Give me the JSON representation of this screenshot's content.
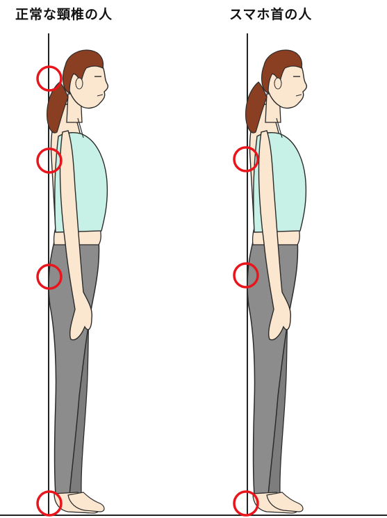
{
  "panels": [
    {
      "id": "normal",
      "title": "正常な頸椎の人",
      "checkpoints_touching_wall": 4
    },
    {
      "id": "smartphone-neck",
      "title": "スマホ首の人",
      "checkpoints_touching_wall": 3
    }
  ],
  "colors": {
    "skin": "#fbe6cf",
    "hair": "#8b3f22",
    "top": "#c7f1e6",
    "leggings": "#8c8c8c",
    "wall_line": "#222222",
    "marker": "#e8161c",
    "outline": "#2a2a2a"
  },
  "marker_shape": "circle"
}
